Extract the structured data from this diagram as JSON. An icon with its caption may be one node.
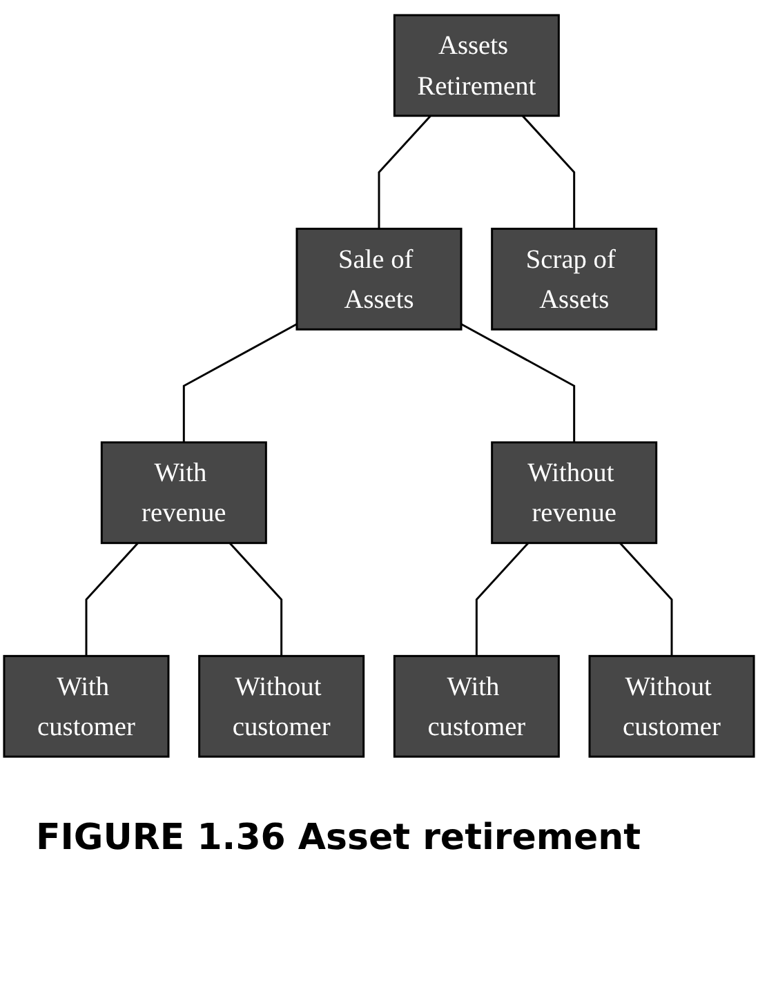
{
  "diagram": {
    "caption": "FIGURE 1.36 Asset retirement",
    "nodes": [
      {
        "text": [
          "Assets Retirement"
        ]
      },
      {
        "text": [
          "Sale of Assets"
        ]
      },
      {
        "text": [
          "Scrap of Assets"
        ]
      },
      {
        "text": [
          "With revenue"
        ]
      },
      {
        "text": [
          "Without revenue"
        ]
      },
      {
        "text": [
          "With customer"
        ]
      },
      {
        "text": [
          "Without customer"
        ]
      },
      {
        "text": [
          "With customer"
        ]
      },
      {
        "text": [
          "Without customer"
        ]
      }
    ],
    "edges": [
      {
        "from": 0,
        "to": 1,
        "arrow": "none"
      },
      {
        "from": 0,
        "to": 2,
        "arrow": "none"
      },
      {
        "from": 1,
        "to": 3,
        "arrow": "none"
      },
      {
        "from": 1,
        "to": 4,
        "arrow": "none"
      },
      {
        "from": 3,
        "to": 5,
        "arrow": "none"
      },
      {
        "from": 3,
        "to": 6,
        "arrow": "none"
      },
      {
        "from": 4,
        "to": 7,
        "arrow": "none"
      },
      {
        "from": 4,
        "to": 8,
        "arrow": "none"
      }
    ]
  }
}
